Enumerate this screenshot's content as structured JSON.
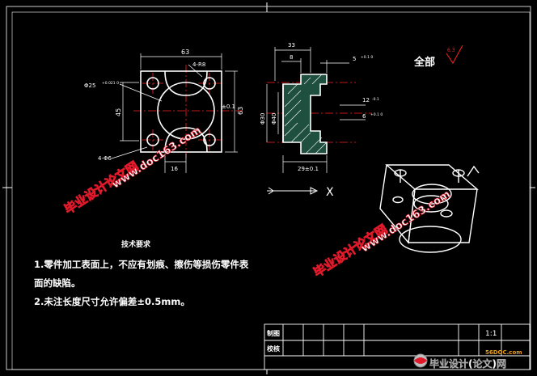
{
  "colors": {
    "background": "#000000",
    "frame": "#ffffff",
    "part": "#ffffff",
    "dimension": "#ffffff",
    "center_line": "#ff2020",
    "hatch_fill": "#1f4f3f",
    "watermark_fill": "#ffffff",
    "watermark_stroke": "#e0192b"
  },
  "drawing": {
    "dim_top_width": "63",
    "dim_slot": "4-R8",
    "dim_bore_label": "Φ25",
    "dim_bore_tol": "+0.021 0",
    "dim_right_height": "63",
    "dim_right_tol": "±0.1",
    "dim_left_height": "45",
    "dim_bottom_offset": "16",
    "dim_holes": "4-Φ6",
    "side_top_length": "33",
    "side_top_step": "8",
    "side_top_right": "5",
    "side_top_right_tol": "+0.1 0",
    "side_right_upper": "12",
    "side_right_upper_tol": "-0.1",
    "side_right_lower": "6",
    "side_right_lower_tol": "+0.1 0",
    "side_left_dia": "Φ30",
    "side_left_dia2": "Φ40",
    "side_bottom_length": "29±0.1",
    "axis_x": "X",
    "roughness_label": "全部",
    "roughness_value": "6.3",
    "requirements_title": "技术要求",
    "requirement_1a": "1.零件加工表面上，不应有划痕、擦伤等损伤零件表",
    "requirement_1b": "面的缺陷。",
    "requirement_2": "2.未注长度尺寸允许偏差±0.5mm。"
  },
  "title_block": {
    "row1_label": "制图",
    "row2_label": "校核",
    "scale": "1:1"
  },
  "watermarks": {
    "text_cn": "毕业设计论文网",
    "text_url": "www.doc163.com",
    "brand_site": "56DOC.com",
    "brand_cn": "毕业设计(论文)网"
  }
}
